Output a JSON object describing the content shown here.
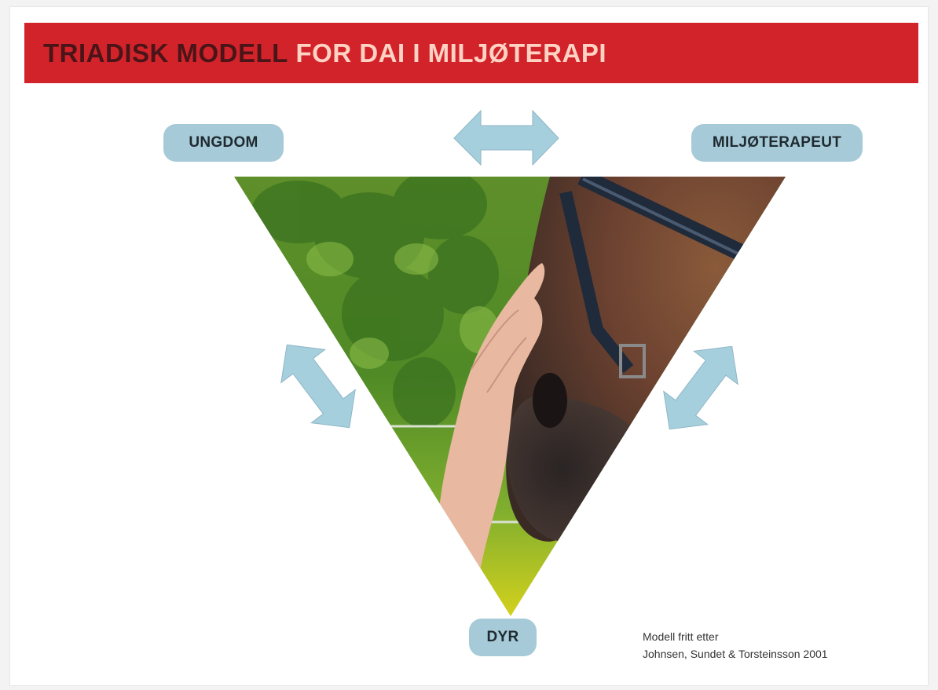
{
  "banner": {
    "title_part1": "TRIADISK MODELL",
    "title_part2": "FOR DAI I MILJØTERAPI"
  },
  "nodes": {
    "top_left": "UNGDOM",
    "top_right": "MILJØTERAPEUT",
    "bottom": "DYR"
  },
  "credit": {
    "line1": "Modell fritt etter",
    "line2": "Johnsen, Sundet & Torsteinsson 2001"
  },
  "colors": {
    "banner": "#d2232a",
    "pill": "#a6cad8",
    "arrow": "#a6cfdd"
  },
  "icons": {
    "arrows": "double-headed-arrow",
    "photo": "hand-on-horse-photo"
  }
}
